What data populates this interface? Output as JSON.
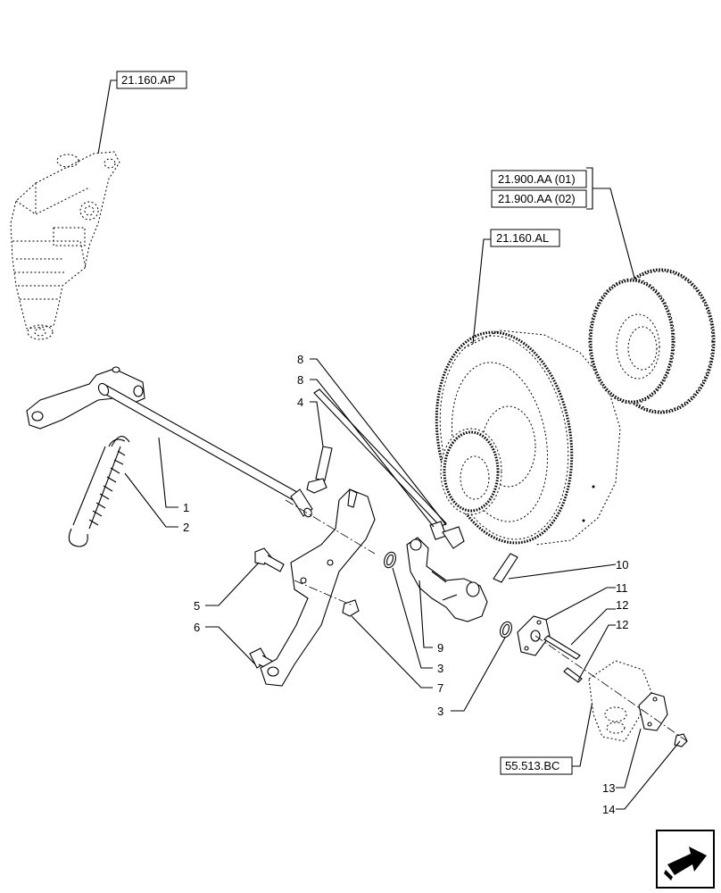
{
  "references": {
    "r_21160ap": "21.160.AP",
    "r_21900aa01": "21.900.AA (01)",
    "r_21900aa02": "21.900.AA (02)",
    "r_21160al": "21.160.AL",
    "r_55513bc": "55.513.BC"
  },
  "callouts": {
    "c1": "1",
    "c2": "2",
    "c3a": "3",
    "c3b": "3",
    "c4": "4",
    "c5": "5",
    "c6": "6",
    "c7": "7",
    "c8a": "8",
    "c8b": "8",
    "c9": "9",
    "c10": "10",
    "c11": "11",
    "c12a": "12",
    "c12b": "12",
    "c13": "13",
    "c14": "14"
  },
  "nav_icon": "next-page-arrow-icon"
}
